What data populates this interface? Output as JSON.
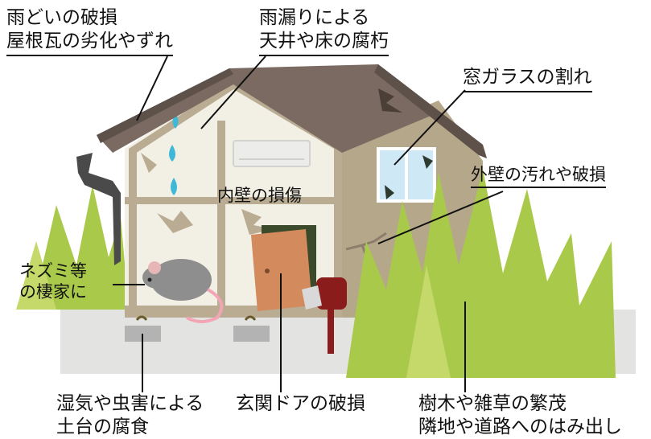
{
  "colors": {
    "roof": "#7a6a61",
    "roof_edge": "#5e514a",
    "wall_cream": "#f2efe4",
    "wall_side": "#b5a88a",
    "timber": "#b9ac92",
    "grass": "#a9c94a",
    "ground": "#e3e4e2",
    "door": "#d38a5d",
    "water": "#3fb8d8",
    "mailbox": "#8a1c1c"
  },
  "labels": {
    "gutter_line1": "雨どいの破損",
    "gutter_line2": "屋根瓦の劣化やずれ",
    "leak_line1": "雨漏りによる",
    "leak_line2": "天井や床の腐朽",
    "window": "窓ガラスの割れ",
    "outer_wall": "外壁の汚れや破損",
    "inner_wall": "内壁の損傷",
    "rat_line1": "ネズミ等",
    "rat_line2": "の棲家に",
    "foundation_line1": "湿気や虫害による",
    "foundation_line2": "土台の腐食",
    "door": "玄関ドアの破損",
    "plants_line1": "樹木や雑草の繁茂",
    "plants_line2": "隣地や道路へのはみ出し"
  }
}
